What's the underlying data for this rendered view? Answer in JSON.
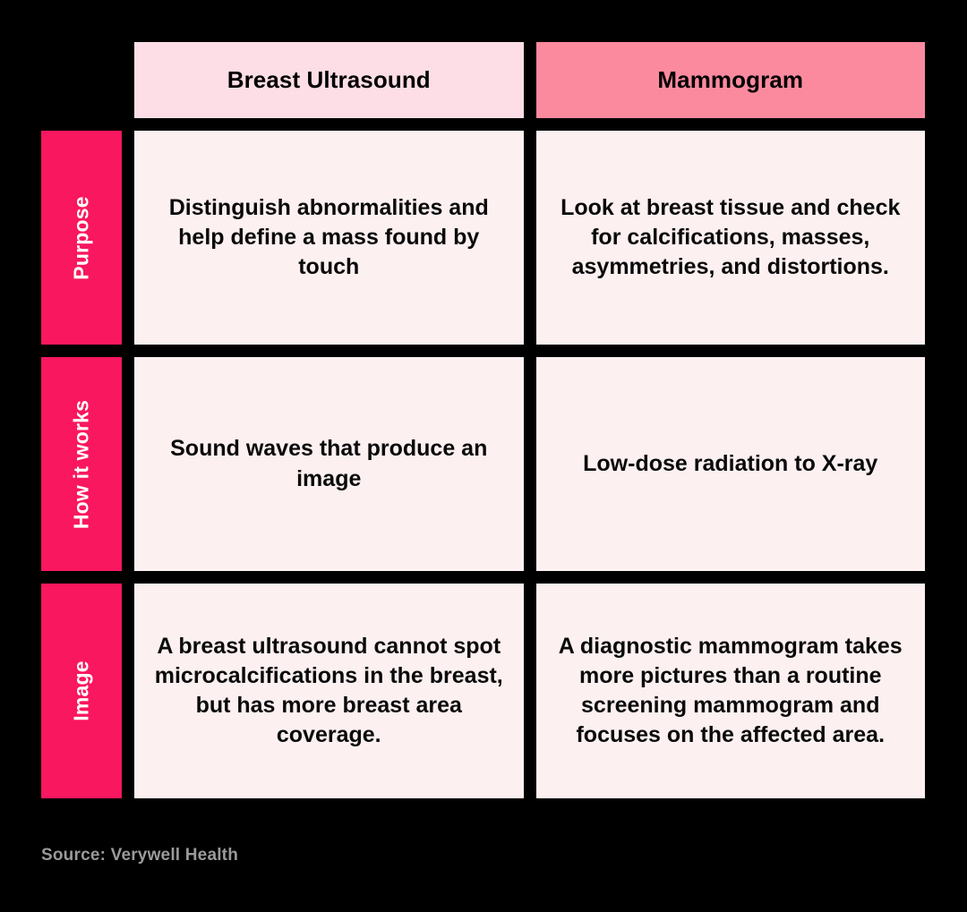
{
  "background_color": "#000000",
  "palette": {
    "magenta": "#F9175F",
    "header_light_pink": "#FEDEE6",
    "header_strong_pink": "#FC8A9F",
    "cell_background": "#FDF0F1",
    "text_dark": "#0A0A0A",
    "text_white": "#FFFFFF",
    "source_gray": "#9A9A9A"
  },
  "table": {
    "columns": [
      {
        "label": "Breast Ultrasound",
        "style": "light"
      },
      {
        "label": "Mammogram",
        "style": "strong"
      }
    ],
    "rows": [
      {
        "label": "Purpose",
        "cells": [
          {
            "plain_prefix": "Distinguish abnormalities and help define a mass found by ",
            "emphasis": "touch",
            "plain_suffix": "",
            "full_text": "Distinguish abnormalities and help define a mass found by touch"
          },
          {
            "plain_prefix": "Look at breast tissue and check for calcifications, masses, asymmetries, and distortions.",
            "emphasis": "",
            "plain_suffix": "",
            "full_text": "Look at breast tissue and check for calcifications, masses, asymmetries, and distortions."
          }
        ]
      },
      {
        "label": "How it works",
        "cells": [
          {
            "plain_prefix": "",
            "emphasis": "Sound waves",
            "plain_suffix": " that produce an image",
            "full_text": "Sound waves that produce an image"
          },
          {
            "plain_prefix": "Low-dose ",
            "emphasis": "radiation to X-ray",
            "plain_suffix": "",
            "full_text": "Low-dose radiation to X-ray"
          }
        ]
      },
      {
        "label": "Image",
        "cells": [
          {
            "plain_prefix": "A breast ultrasound cannot spot microcalcifications in the breast, but has ",
            "emphasis": "more breast area coverage.",
            "plain_suffix": "",
            "full_text": "A breast ultrasound cannot spot microcalcifications in the breast, but has more breast area coverage."
          },
          {
            "plain_prefix": "A diagnostic mammogram takes more pictures than a routine screening mammogram and focuses on the affected area.",
            "emphasis": "",
            "plain_suffix": "",
            "full_text": "A diagnostic mammogram takes more pictures than a routine screening mammogram and focuses on the affected area."
          }
        ]
      }
    ]
  },
  "source": "Source: Verywell Health"
}
